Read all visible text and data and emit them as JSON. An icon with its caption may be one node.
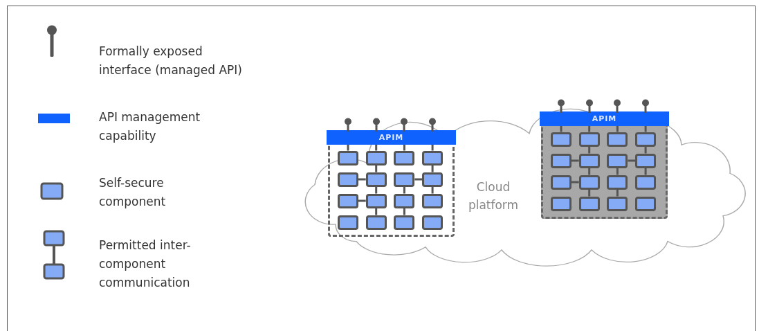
{
  "diagram": {
    "nodes": [
      {
        "text": [
          "Cloud platform"
        ]
      },
      {
        "text": [],
        "shape": "box",
        "in": 0
      },
      {
        "text": [
          "APIM"
        ],
        "in": 1
      },
      {
        "text": [],
        "shape": "box",
        "in": 1
      },
      {
        "text": [],
        "shape": "box",
        "in": 1
      },
      {
        "text": [],
        "shape": "box",
        "in": 1
      },
      {
        "text": [],
        "shape": "box",
        "in": 1
      },
      {
        "text": [],
        "shape": "box",
        "in": 1
      },
      {
        "text": [],
        "shape": "box",
        "in": 1
      },
      {
        "text": [],
        "shape": "box",
        "in": 1
      },
      {
        "text": [],
        "shape": "box",
        "in": 1
      },
      {
        "text": [],
        "shape": "box",
        "in": 1
      },
      {
        "text": [],
        "shape": "box",
        "in": 1
      },
      {
        "text": [],
        "shape": "box",
        "in": 1
      },
      {
        "text": [],
        "shape": "box",
        "in": 1
      },
      {
        "text": [],
        "shape": "box",
        "in": 1
      },
      {
        "text": [],
        "shape": "box",
        "in": 1
      },
      {
        "text": [],
        "shape": "box",
        "in": 1
      },
      {
        "text": [],
        "shape": "box",
        "in": 1
      },
      {
        "text": [],
        "shape": "box",
        "in": 0
      },
      {
        "text": [
          "APIM"
        ],
        "in": 19
      },
      {
        "text": [],
        "shape": "box",
        "in": 19
      },
      {
        "text": [],
        "shape": "box",
        "in": 19
      },
      {
        "text": [],
        "shape": "box",
        "in": 19
      },
      {
        "text": [],
        "shape": "box",
        "in": 19
      },
      {
        "text": [],
        "shape": "box",
        "in": 19
      },
      {
        "text": [],
        "shape": "box",
        "in": 19
      },
      {
        "text": [],
        "shape": "box",
        "in": 19
      },
      {
        "text": [],
        "shape": "box",
        "in": 19
      },
      {
        "text": [],
        "shape": "box",
        "in": 19
      },
      {
        "text": [],
        "shape": "box",
        "in": 19
      },
      {
        "text": [],
        "shape": "box",
        "in": 19
      },
      {
        "text": [],
        "shape": "box",
        "in": 19
      },
      {
        "text": [],
        "shape": "box",
        "in": 19
      },
      {
        "text": [],
        "shape": "box",
        "in": 19
      },
      {
        "text": [],
        "shape": "box",
        "in": 19
      },
      {
        "text": [],
        "shape": "box",
        "in": 19
      }
    ],
    "edges": [
      {
        "from": 2,
        "to": 3,
        "arrow": "none"
      },
      {
        "from": 2,
        "to": 4,
        "arrow": "none"
      },
      {
        "from": 2,
        "to": 5,
        "arrow": "none"
      },
      {
        "from": 2,
        "to": 6,
        "arrow": "none"
      },
      {
        "from": 4,
        "to": 8,
        "arrow": "none"
      },
      {
        "from": 6,
        "to": 10,
        "arrow": "none"
      },
      {
        "from": 7,
        "to": 8,
        "arrow": "none"
      },
      {
        "from": 9,
        "to": 10,
        "arrow": "none"
      },
      {
        "from": 8,
        "to": 12,
        "arrow": "none"
      },
      {
        "from": 9,
        "to": 13,
        "arrow": "none"
      },
      {
        "from": 10,
        "to": 14,
        "arrow": "none"
      },
      {
        "from": 11,
        "to": 12,
        "arrow": "none"
      },
      {
        "from": 12,
        "to": 16,
        "arrow": "none"
      },
      {
        "from": 13,
        "to": 17,
        "arrow": "none"
      },
      {
        "from": 20,
        "to": 21,
        "arrow": "none"
      },
      {
        "from": 20,
        "to": 22,
        "arrow": "none"
      },
      {
        "from": 20,
        "to": 23,
        "arrow": "none"
      },
      {
        "from": 20,
        "to": 24,
        "arrow": "none"
      },
      {
        "from": 22,
        "to": 26,
        "arrow": "none"
      },
      {
        "from": 24,
        "to": 28,
        "arrow": "none"
      },
      {
        "from": 25,
        "to": 26,
        "arrow": "none"
      },
      {
        "from": 27,
        "to": 28,
        "arrow": "none"
      },
      {
        "from": 26,
        "to": 30,
        "arrow": "none"
      },
      {
        "from": 27,
        "to": 31,
        "arrow": "none"
      },
      {
        "from": 28,
        "to": 32,
        "arrow": "none"
      },
      {
        "from": 29,
        "to": 30,
        "arrow": "none"
      },
      {
        "from": 30,
        "to": 34,
        "arrow": "none"
      },
      {
        "from": 31,
        "to": 35,
        "arrow": "none"
      }
    ],
    "legend": [
      {
        "text": "Formally exposed interface (managed API)"
      },
      {
        "text": "API management capability",
        "color": "#0f62fe"
      },
      {
        "text": "Self-secure component"
      },
      {
        "text": "Permitted inter-component communication"
      }
    ]
  }
}
